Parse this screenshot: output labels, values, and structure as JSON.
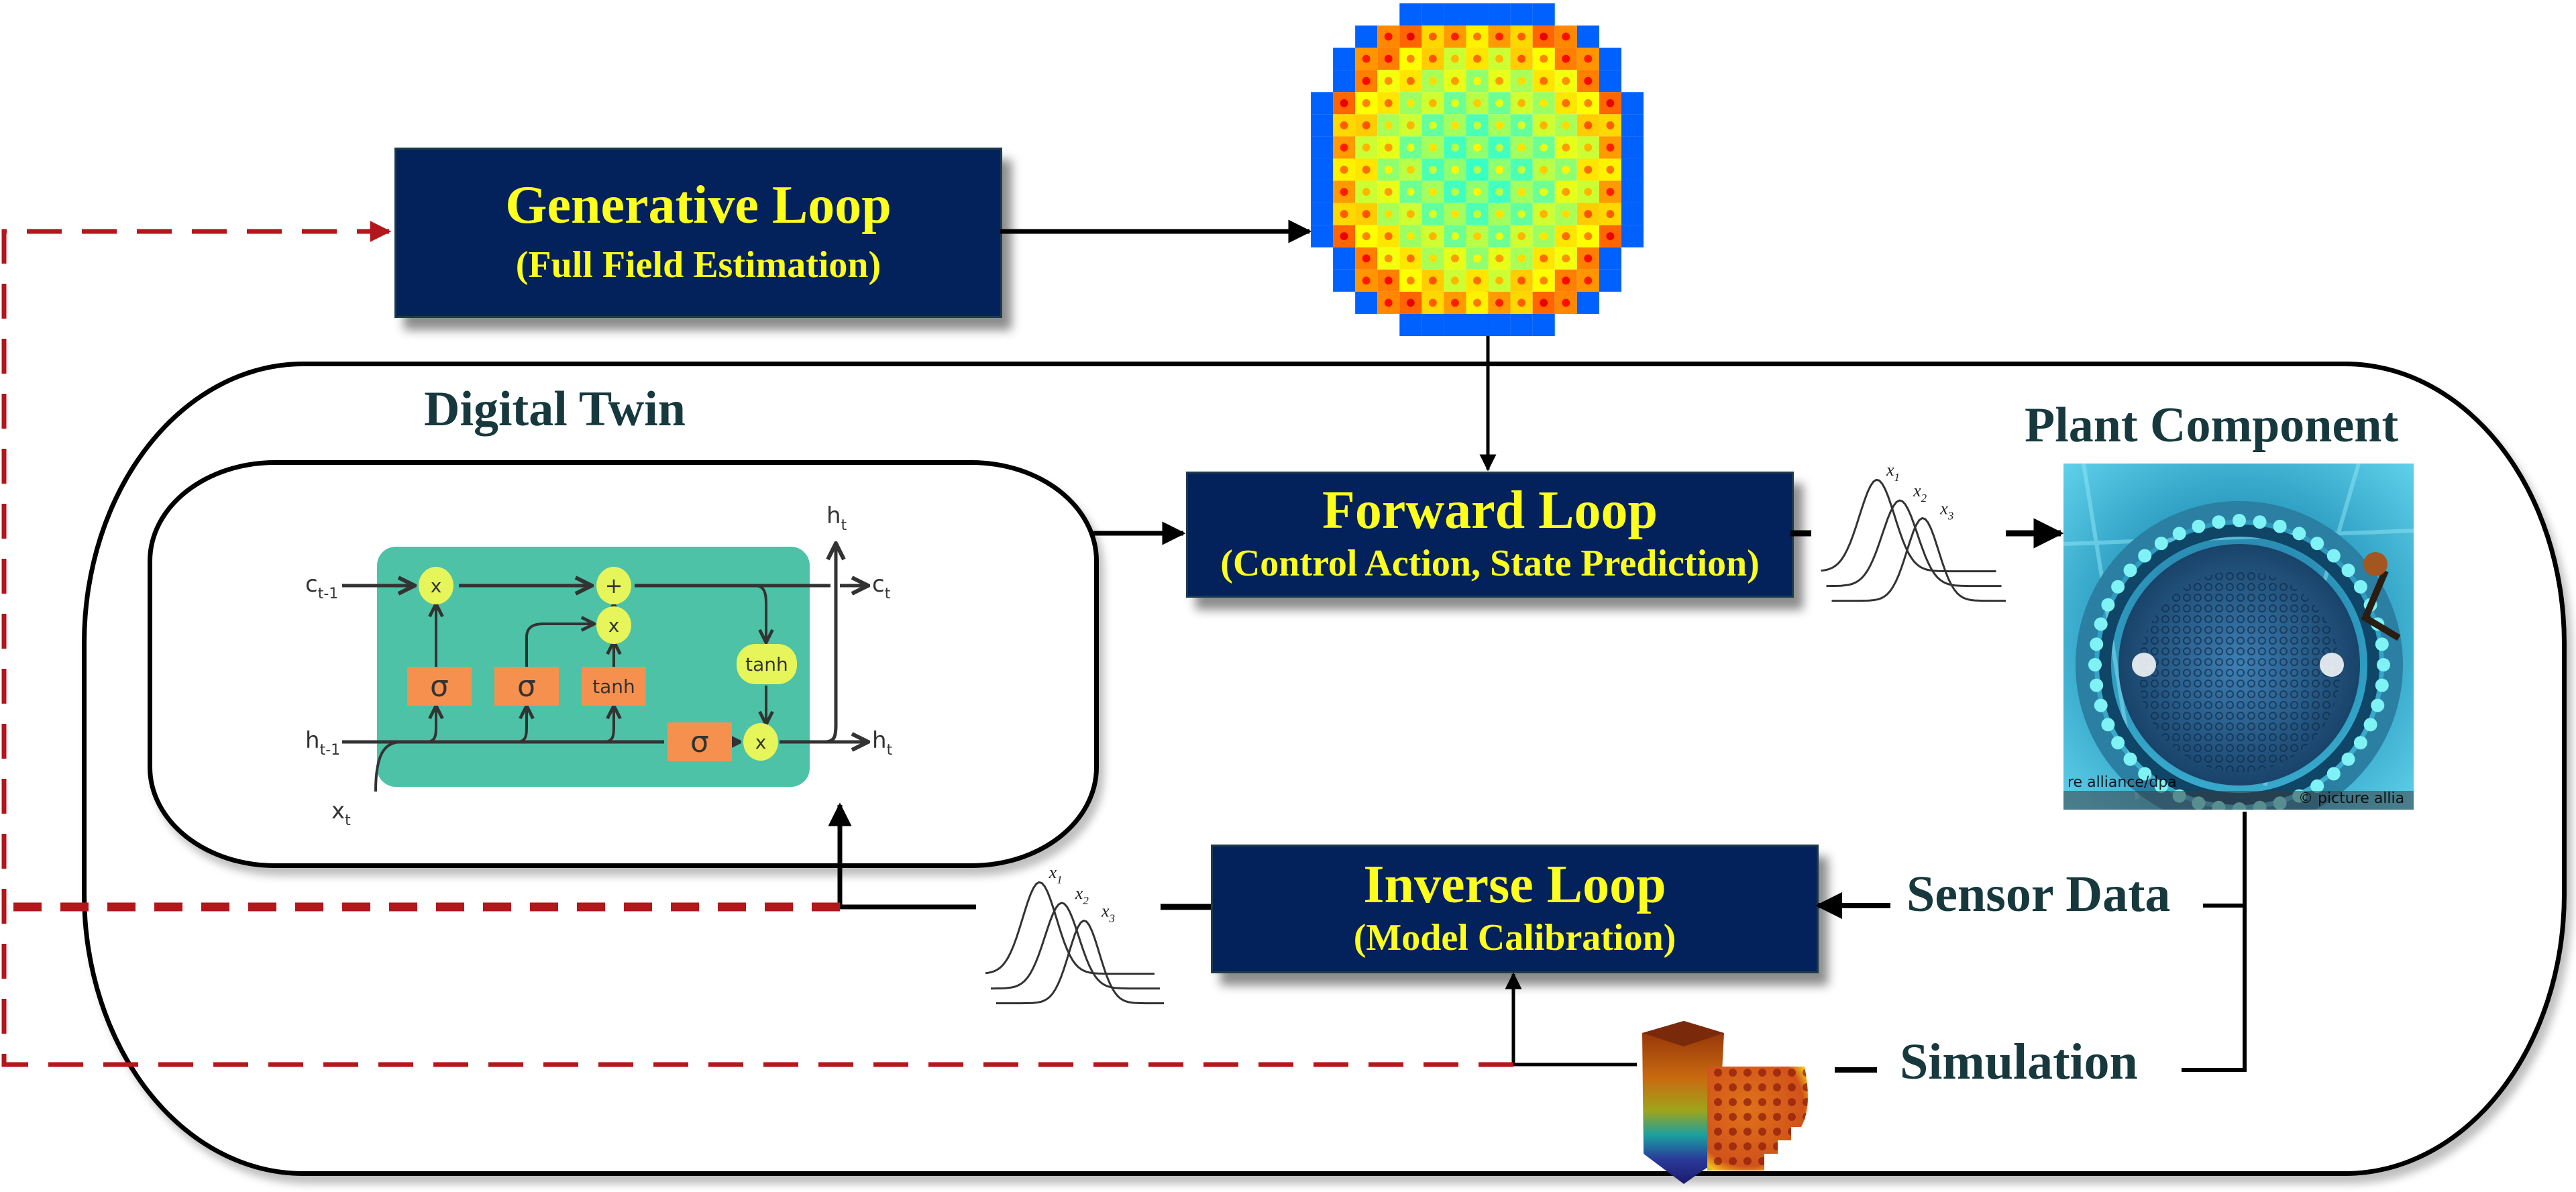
{
  "generative_loop": {
    "title": "Generative Loop",
    "subtitle": "(Full Field Estimation)"
  },
  "forward_loop": {
    "title": "Forward Loop",
    "subtitle": "(Control Action, State Prediction)"
  },
  "inverse_loop": {
    "title": "Inverse Loop",
    "subtitle": "(Model Calibration)"
  },
  "digital_twin": {
    "title": "Digital Twin"
  },
  "plant_component": {
    "title": "Plant Component",
    "photo_watermark_left": "re alliance/dpa",
    "photo_watermark_right": "© picture allia"
  },
  "inputs": {
    "sensor_data": "Sensor Data",
    "simulation": "Simulation"
  },
  "lstm_cell": {
    "c_prev": "c",
    "c_prev_sub": "t-1",
    "c_next": "c",
    "c_next_sub": "t",
    "h_prev": "h",
    "h_prev_sub": "t-1",
    "h_next": "h",
    "h_next_sub": "t",
    "h_up": "h",
    "h_up_sub": "t",
    "x_in": "x",
    "x_in_sub": "t",
    "ops": {
      "mult_forget": "x",
      "add_cell": "+",
      "mult_input": "x",
      "tanh_out": "tanh",
      "mult_output": "x"
    },
    "gates": {
      "forget": "σ",
      "input": "σ",
      "candidate": "tanh",
      "output": "σ"
    }
  },
  "distributions": {
    "labels": [
      "x",
      "x",
      "x"
    ],
    "subs": [
      "1",
      "2",
      "3"
    ]
  },
  "colors": {
    "loop_box_bg": "#03215a",
    "loop_box_text": "#ffff1e",
    "label_text": "#17393e",
    "feedback_dashed": "#b3161b",
    "lstm_bg": "#4dc2a6",
    "lstm_gate": "#f6904e",
    "lstm_op": "#e6f55a"
  }
}
